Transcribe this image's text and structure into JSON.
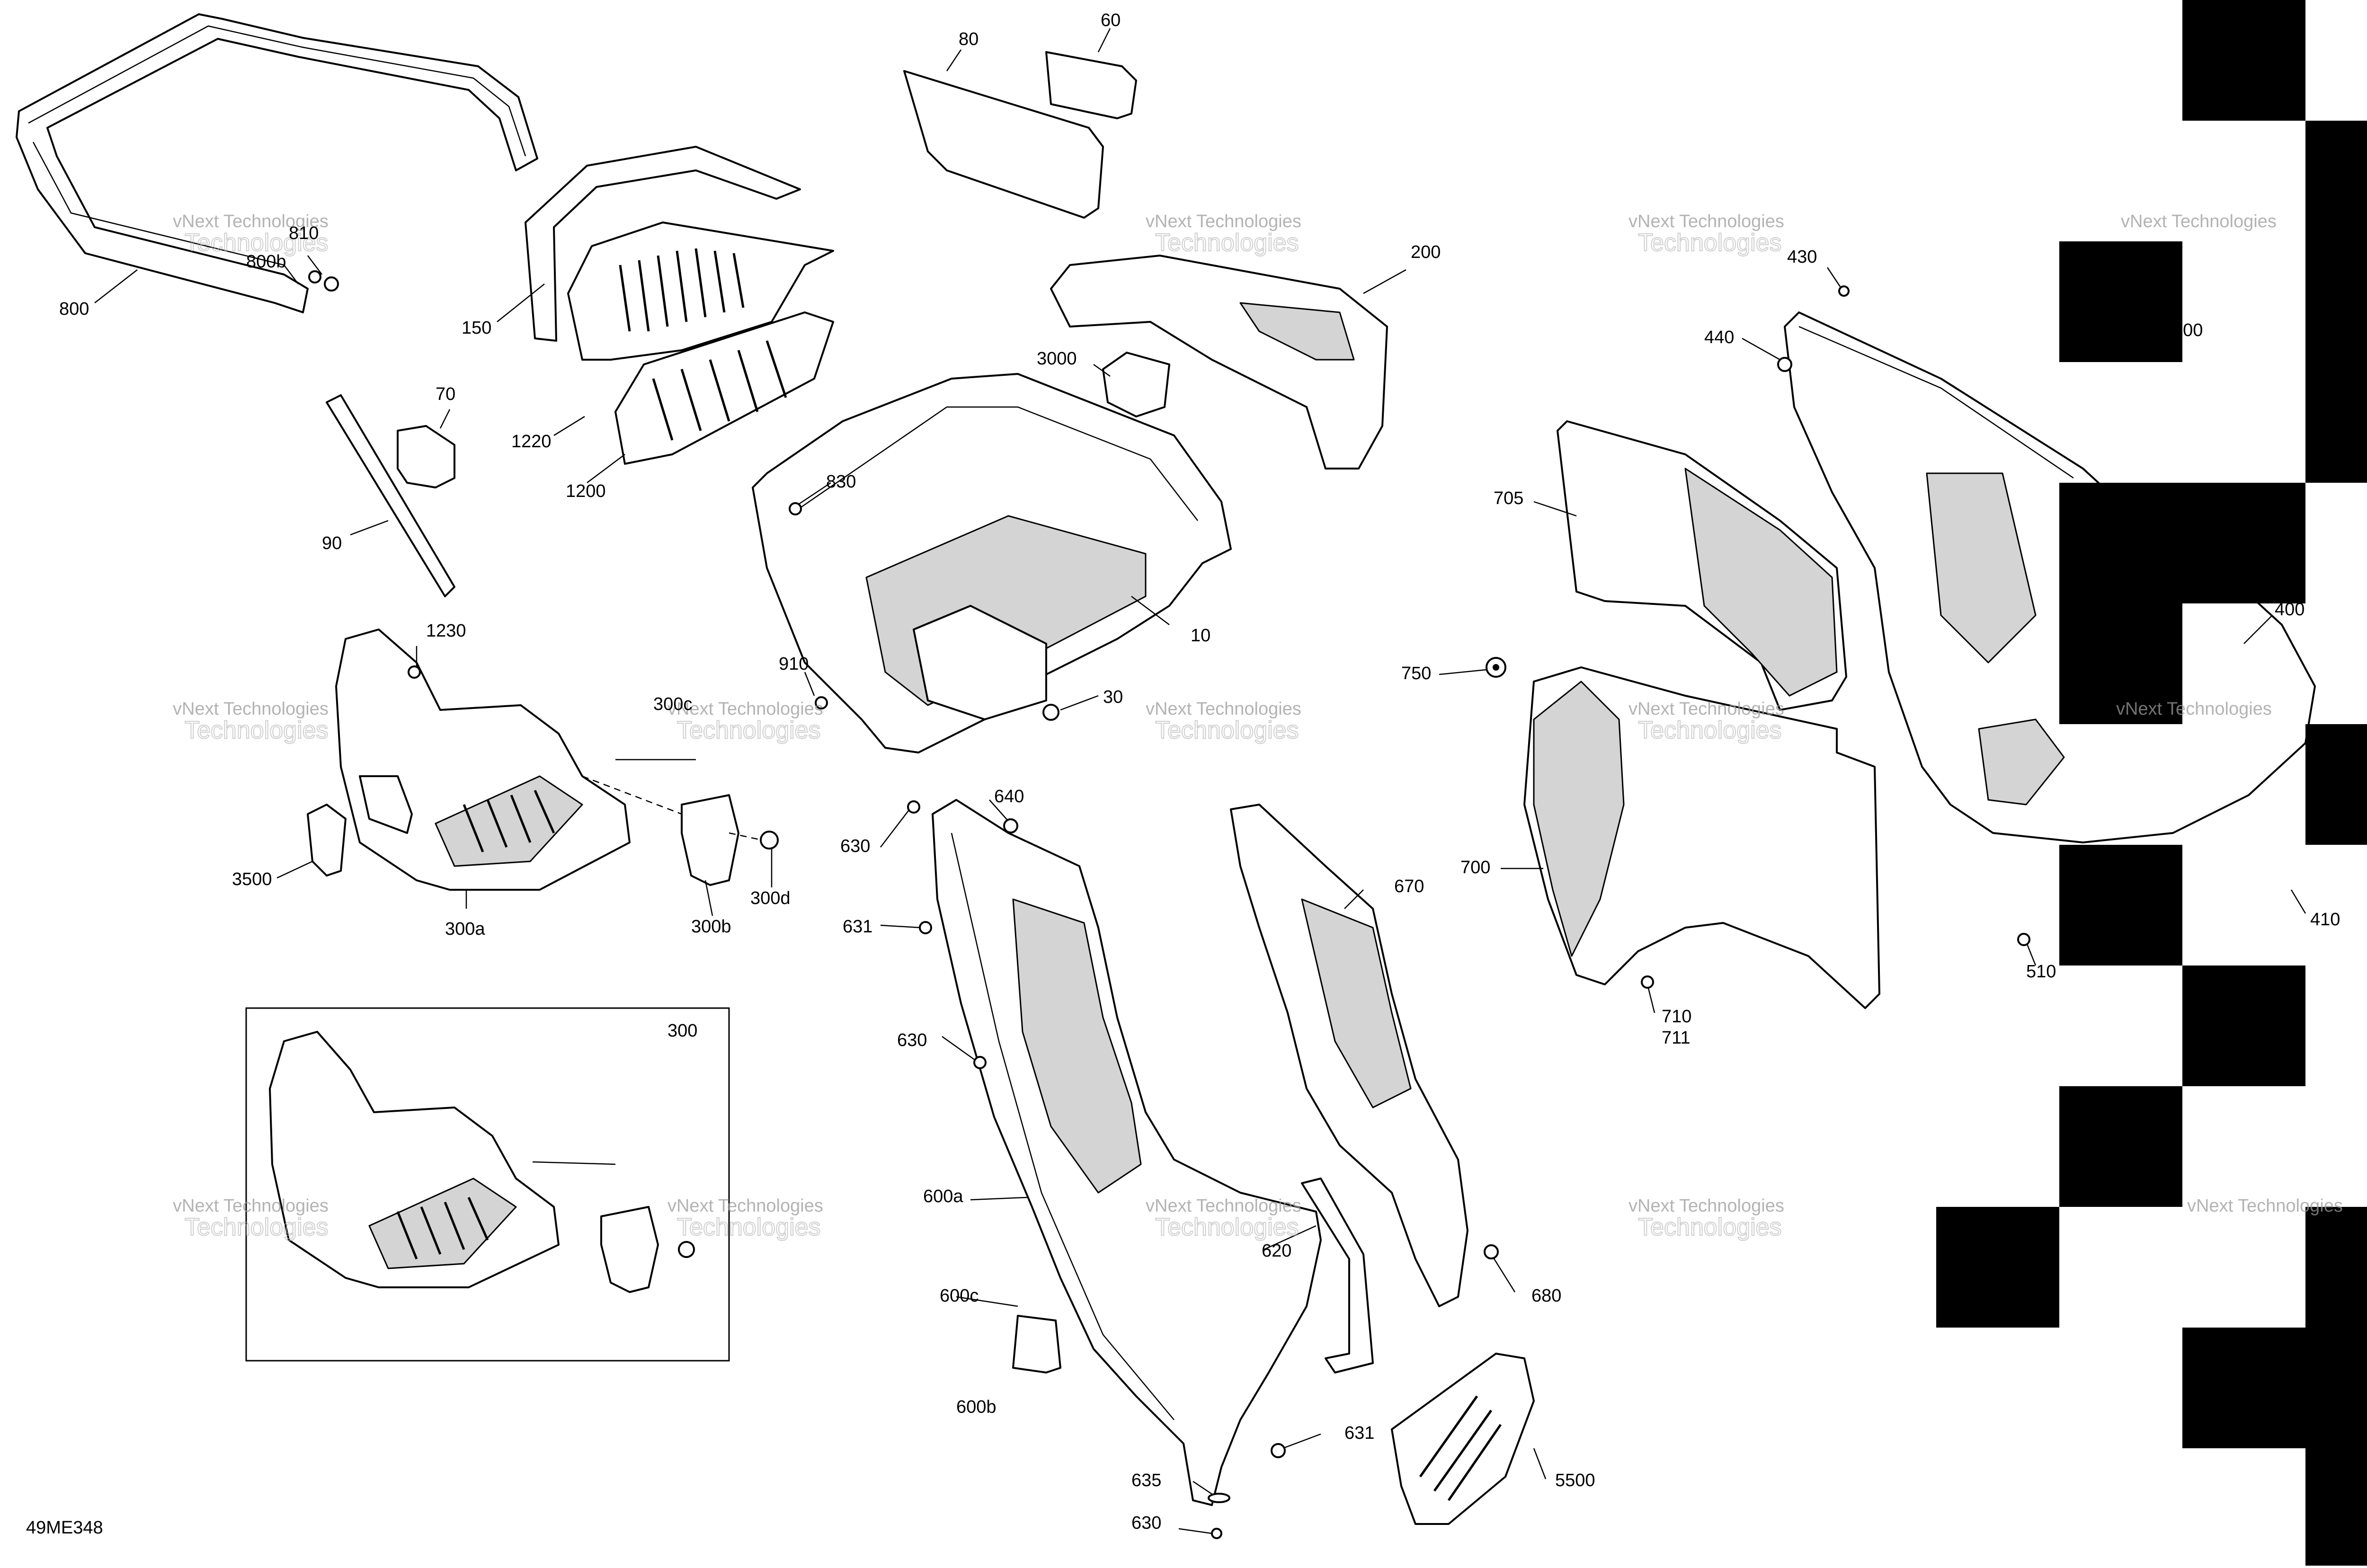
{
  "diagram_code": "49ME348",
  "watermark": {
    "line1": "vNext Technologies",
    "line2": "Technologies"
  },
  "callouts": {
    "c800": "800",
    "c800b": "800b",
    "c810": "810",
    "c150": "150",
    "c1220": "1220",
    "c1200": "1200",
    "c80": "80",
    "c60": "60",
    "c70": "70",
    "c90": "90",
    "c200": "200",
    "c3000": "3000",
    "c830": "830",
    "c10": "10",
    "c910": "910",
    "c30": "30",
    "c1230": "1230",
    "c300c": "300c",
    "c3500": "3500",
    "c300a": "300a",
    "c300b": "300b",
    "c300d": "300d",
    "c300": "300",
    "c640": "640",
    "c630a": "630",
    "c631a": "631",
    "c630b": "630",
    "c600a": "600a",
    "c600c": "600c",
    "c600b": "600b",
    "c631b": "631",
    "c635": "635",
    "c630c": "630",
    "c670": "670",
    "c620": "620",
    "c680": "680",
    "c5500": "5500",
    "c705": "705",
    "c750": "750",
    "c700": "700",
    "c710": "710",
    "c711": "711",
    "c430": "430",
    "c440": "440",
    "c500": "500",
    "c400": "400",
    "c410": "410",
    "c510": "510"
  },
  "colors": {
    "line": "#000000",
    "shade": "#d4d4d4",
    "watermark": "#9a9a9a"
  }
}
